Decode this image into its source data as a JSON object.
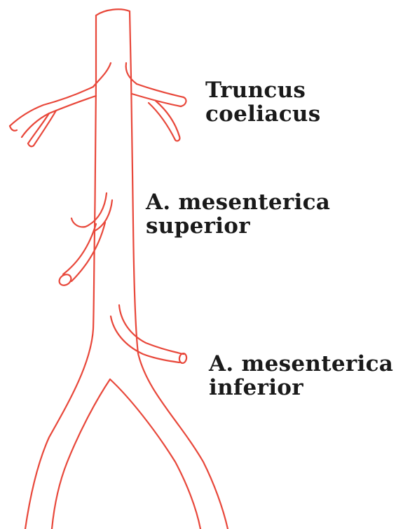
{
  "labels": {
    "truncus_coeliacus": [
      "Truncus",
      "coeliacus"
    ],
    "a_mesenterica_superior": [
      "A. mesenterica",
      "superior"
    ],
    "a_mesenterica_inferior": [
      "A. mesenterica",
      "inferior"
    ]
  },
  "colors": {
    "vessel_stroke": "#e8473a",
    "label_text": "#1a1a1a",
    "background": "#ffffff"
  }
}
